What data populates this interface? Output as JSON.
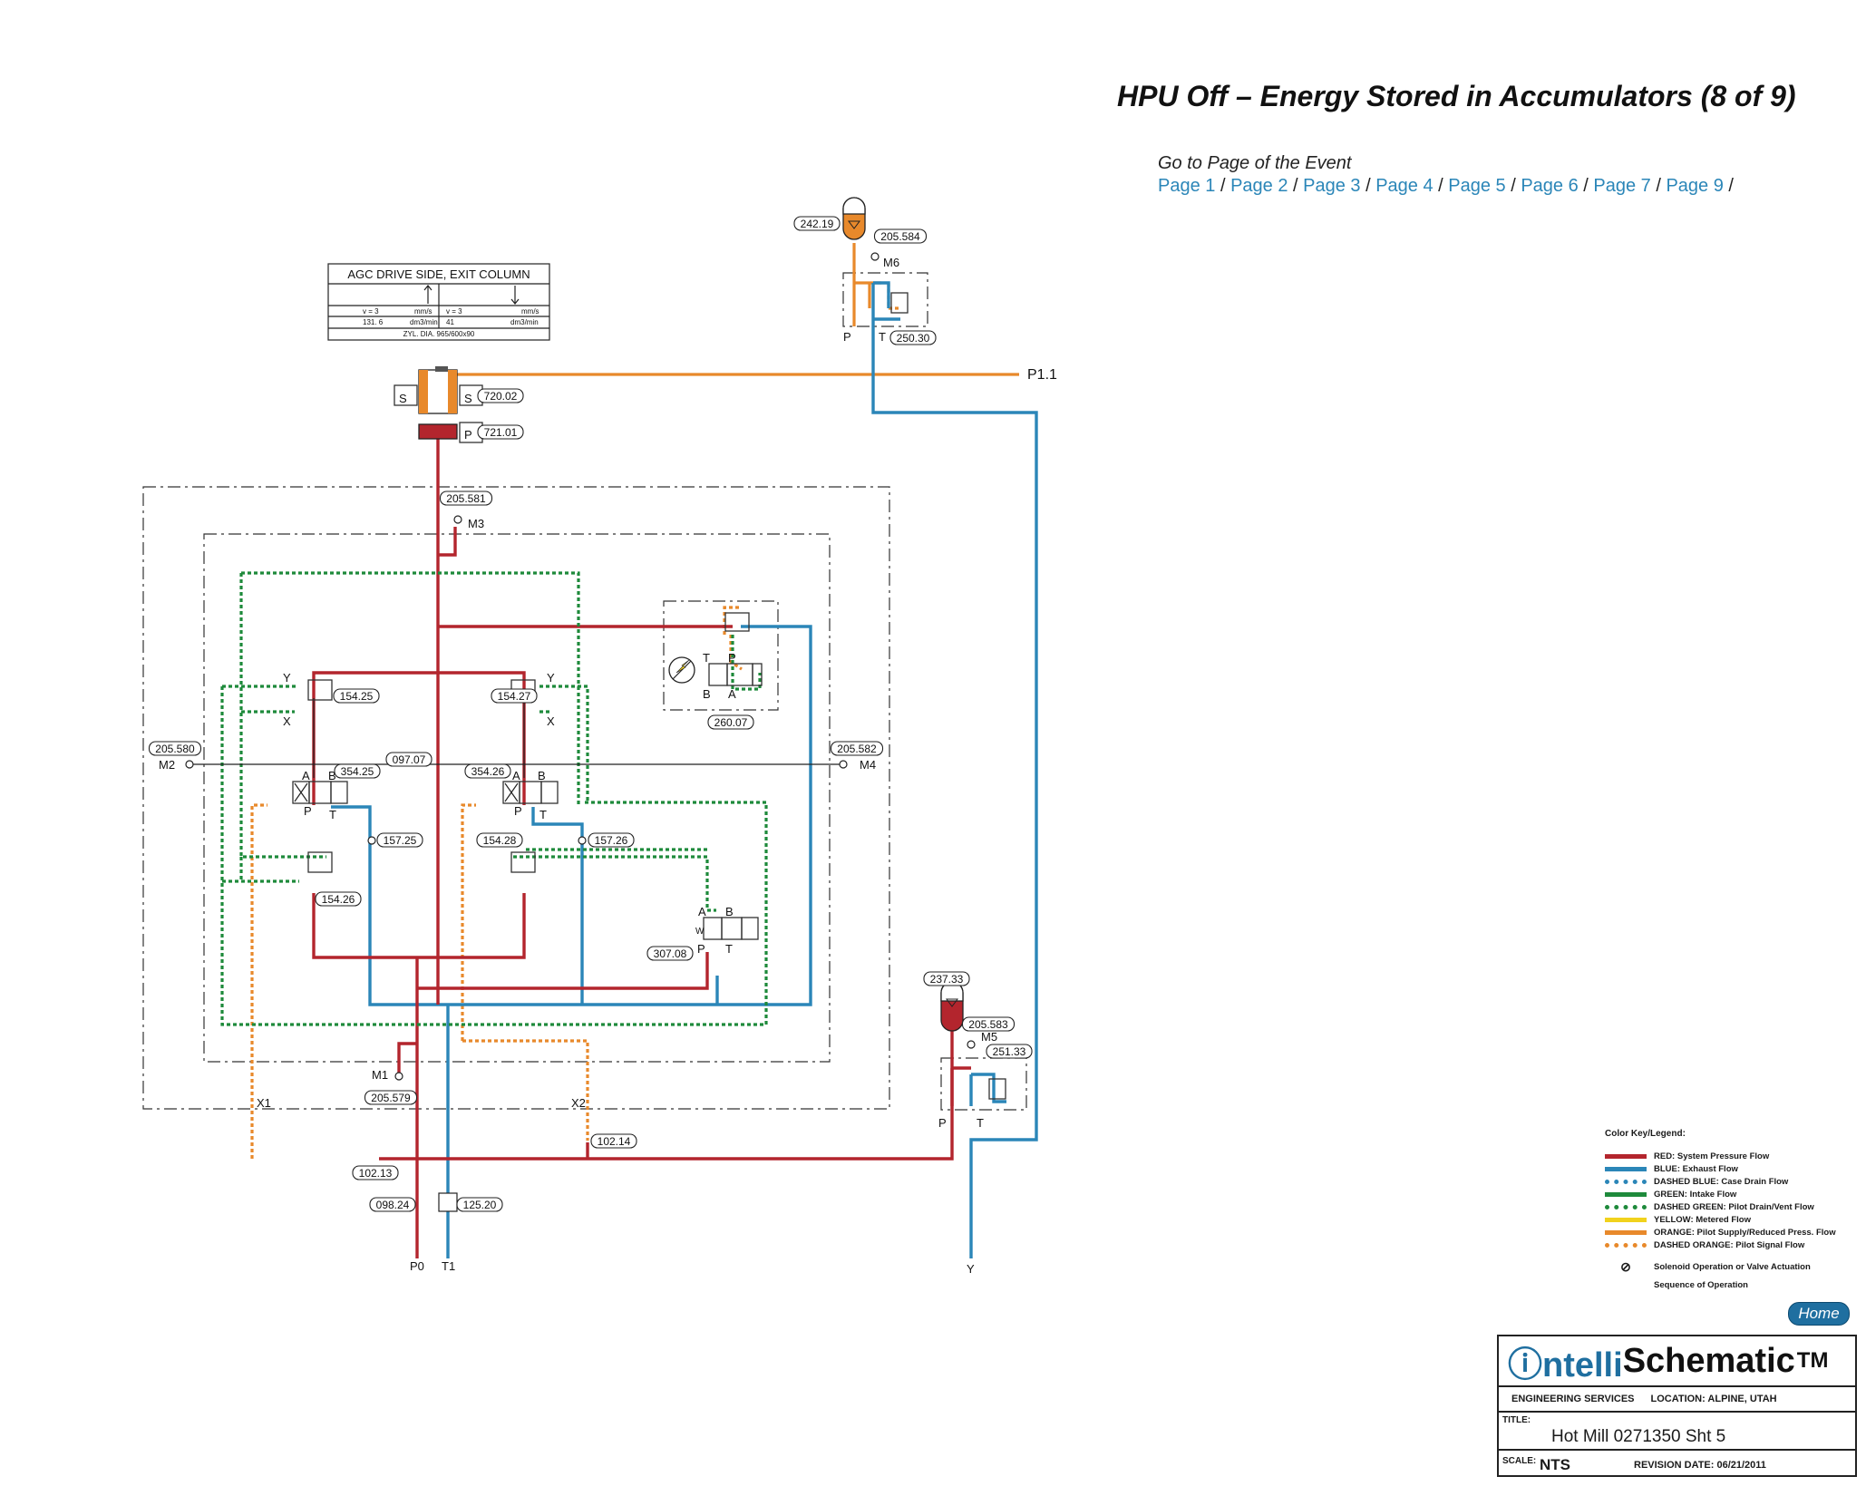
{
  "header": {
    "title": "HPU Off – Energy Stored in Accumulators (8 of 9)",
    "goto_label": "Go to Page  of the Event",
    "pages": [
      "Page 1",
      "Page 2",
      "Page 3",
      "Page 4",
      "Page 5",
      "Page 6",
      "Page 7",
      "Page 9"
    ]
  },
  "diagram": {
    "info_box": {
      "title": "AGC DRIVE SIDE, EXIT COLUMN",
      "r1": [
        "v = 3",
        "mm/s",
        "v = 3",
        "mm/s"
      ],
      "r2": [
        "131. 6",
        "dm3/min",
        "41",
        "dm3/min"
      ],
      "r3": "ZYL. DIA.  965/600x90"
    },
    "tags": [
      "242.19",
      "205.584",
      "250.30",
      "720.02",
      "721.01",
      "205.581",
      "154.25",
      "154.27",
      "260.07",
      "205.580",
      "097.07",
      "354.25",
      "354.26",
      "205.582",
      "157.25",
      "154.28",
      "157.26",
      "154.26",
      "307.08",
      "237.33",
      "205.583",
      "251.33",
      "205.579",
      "102.14",
      "102.13",
      "098.24",
      "125.20"
    ],
    "labels": [
      "M6",
      "P",
      "T",
      "P1.1",
      "M3",
      "Y",
      "X",
      "A",
      "B",
      "M2",
      "M4",
      "P0",
      "T1",
      "M1",
      "X1",
      "X2",
      "M5",
      "W",
      "S",
      "S"
    ]
  },
  "legend": {
    "title": "Color Key/Legend:",
    "items": [
      {
        "label": "RED: System Pressure Flow",
        "color": "#b3252d",
        "dashed": false
      },
      {
        "label": "BLUE: Exhaust Flow",
        "color": "#2b86b8",
        "dashed": false
      },
      {
        "label": "DASHED BLUE: Case Drain Flow",
        "color": "#2b86b8",
        "dashed": true
      },
      {
        "label": "GREEN: Intake Flow",
        "color": "#1e8a3b",
        "dashed": false
      },
      {
        "label": "DASHED GREEN: Pilot Drain/Vent Flow",
        "color": "#1e8a3b",
        "dashed": true
      },
      {
        "label": "YELLOW: Metered Flow",
        "color": "#f1d21d",
        "dashed": false
      },
      {
        "label": "ORANGE: Pilot Supply/Reduced Press. Flow",
        "color": "#e8892b",
        "dashed": false
      },
      {
        "label": "DASHED ORANGE: Pilot Signal Flow",
        "color": "#e8892b",
        "dashed": true
      }
    ],
    "solenoid": "Solenoid Operation or Valve Actuation",
    "sequence": "Sequence of Operation"
  },
  "home": "Home",
  "titleblock": {
    "logo_a": "ⓘntelli",
    "logo_b": "Schematic",
    "tm": "TM",
    "eng": "ENGINEERING SERVICES",
    "location": "LOCATION: ALPINE, UTAH",
    "title_label": "TITLE:",
    "title": "Hot Mill 0271350 Sht 5",
    "scale_label": "SCALE:",
    "scale": "NTS",
    "revision": "REVISION DATE: 06/21/2011"
  }
}
